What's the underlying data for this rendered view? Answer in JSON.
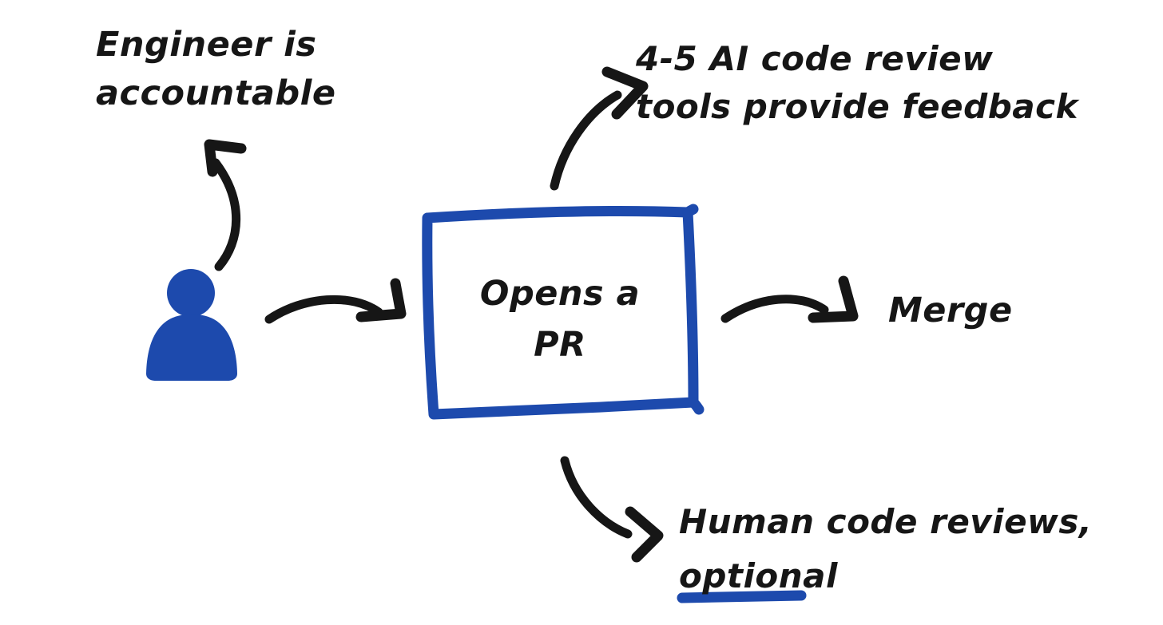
{
  "colors": {
    "ink": "#161616",
    "blue": "#1d4aad"
  },
  "diagram": {
    "type": "hand-drawn-flow-sketch",
    "actor": "engineer-person-silhouette",
    "center_node": {
      "line1": "Opens a",
      "line2": "PR"
    },
    "annotations": {
      "accountable": {
        "line1": "Engineer is",
        "line2": "accountable"
      },
      "ai_feedback": {
        "line1": "4-5 AI code review",
        "line2": "tools provide feedback"
      },
      "merge": "Merge",
      "human_review": {
        "line1": "Human code reviews,",
        "line2": "optional",
        "underlined_word": "optional"
      }
    },
    "edges": [
      {
        "from": "engineer",
        "to": "accountable-note"
      },
      {
        "from": "engineer",
        "to": "opens-pr-node"
      },
      {
        "from": "opens-pr-node",
        "to": "ai-feedback-note"
      },
      {
        "from": "opens-pr-node",
        "to": "merge"
      },
      {
        "from": "opens-pr-node",
        "to": "human-review-note"
      }
    ]
  }
}
